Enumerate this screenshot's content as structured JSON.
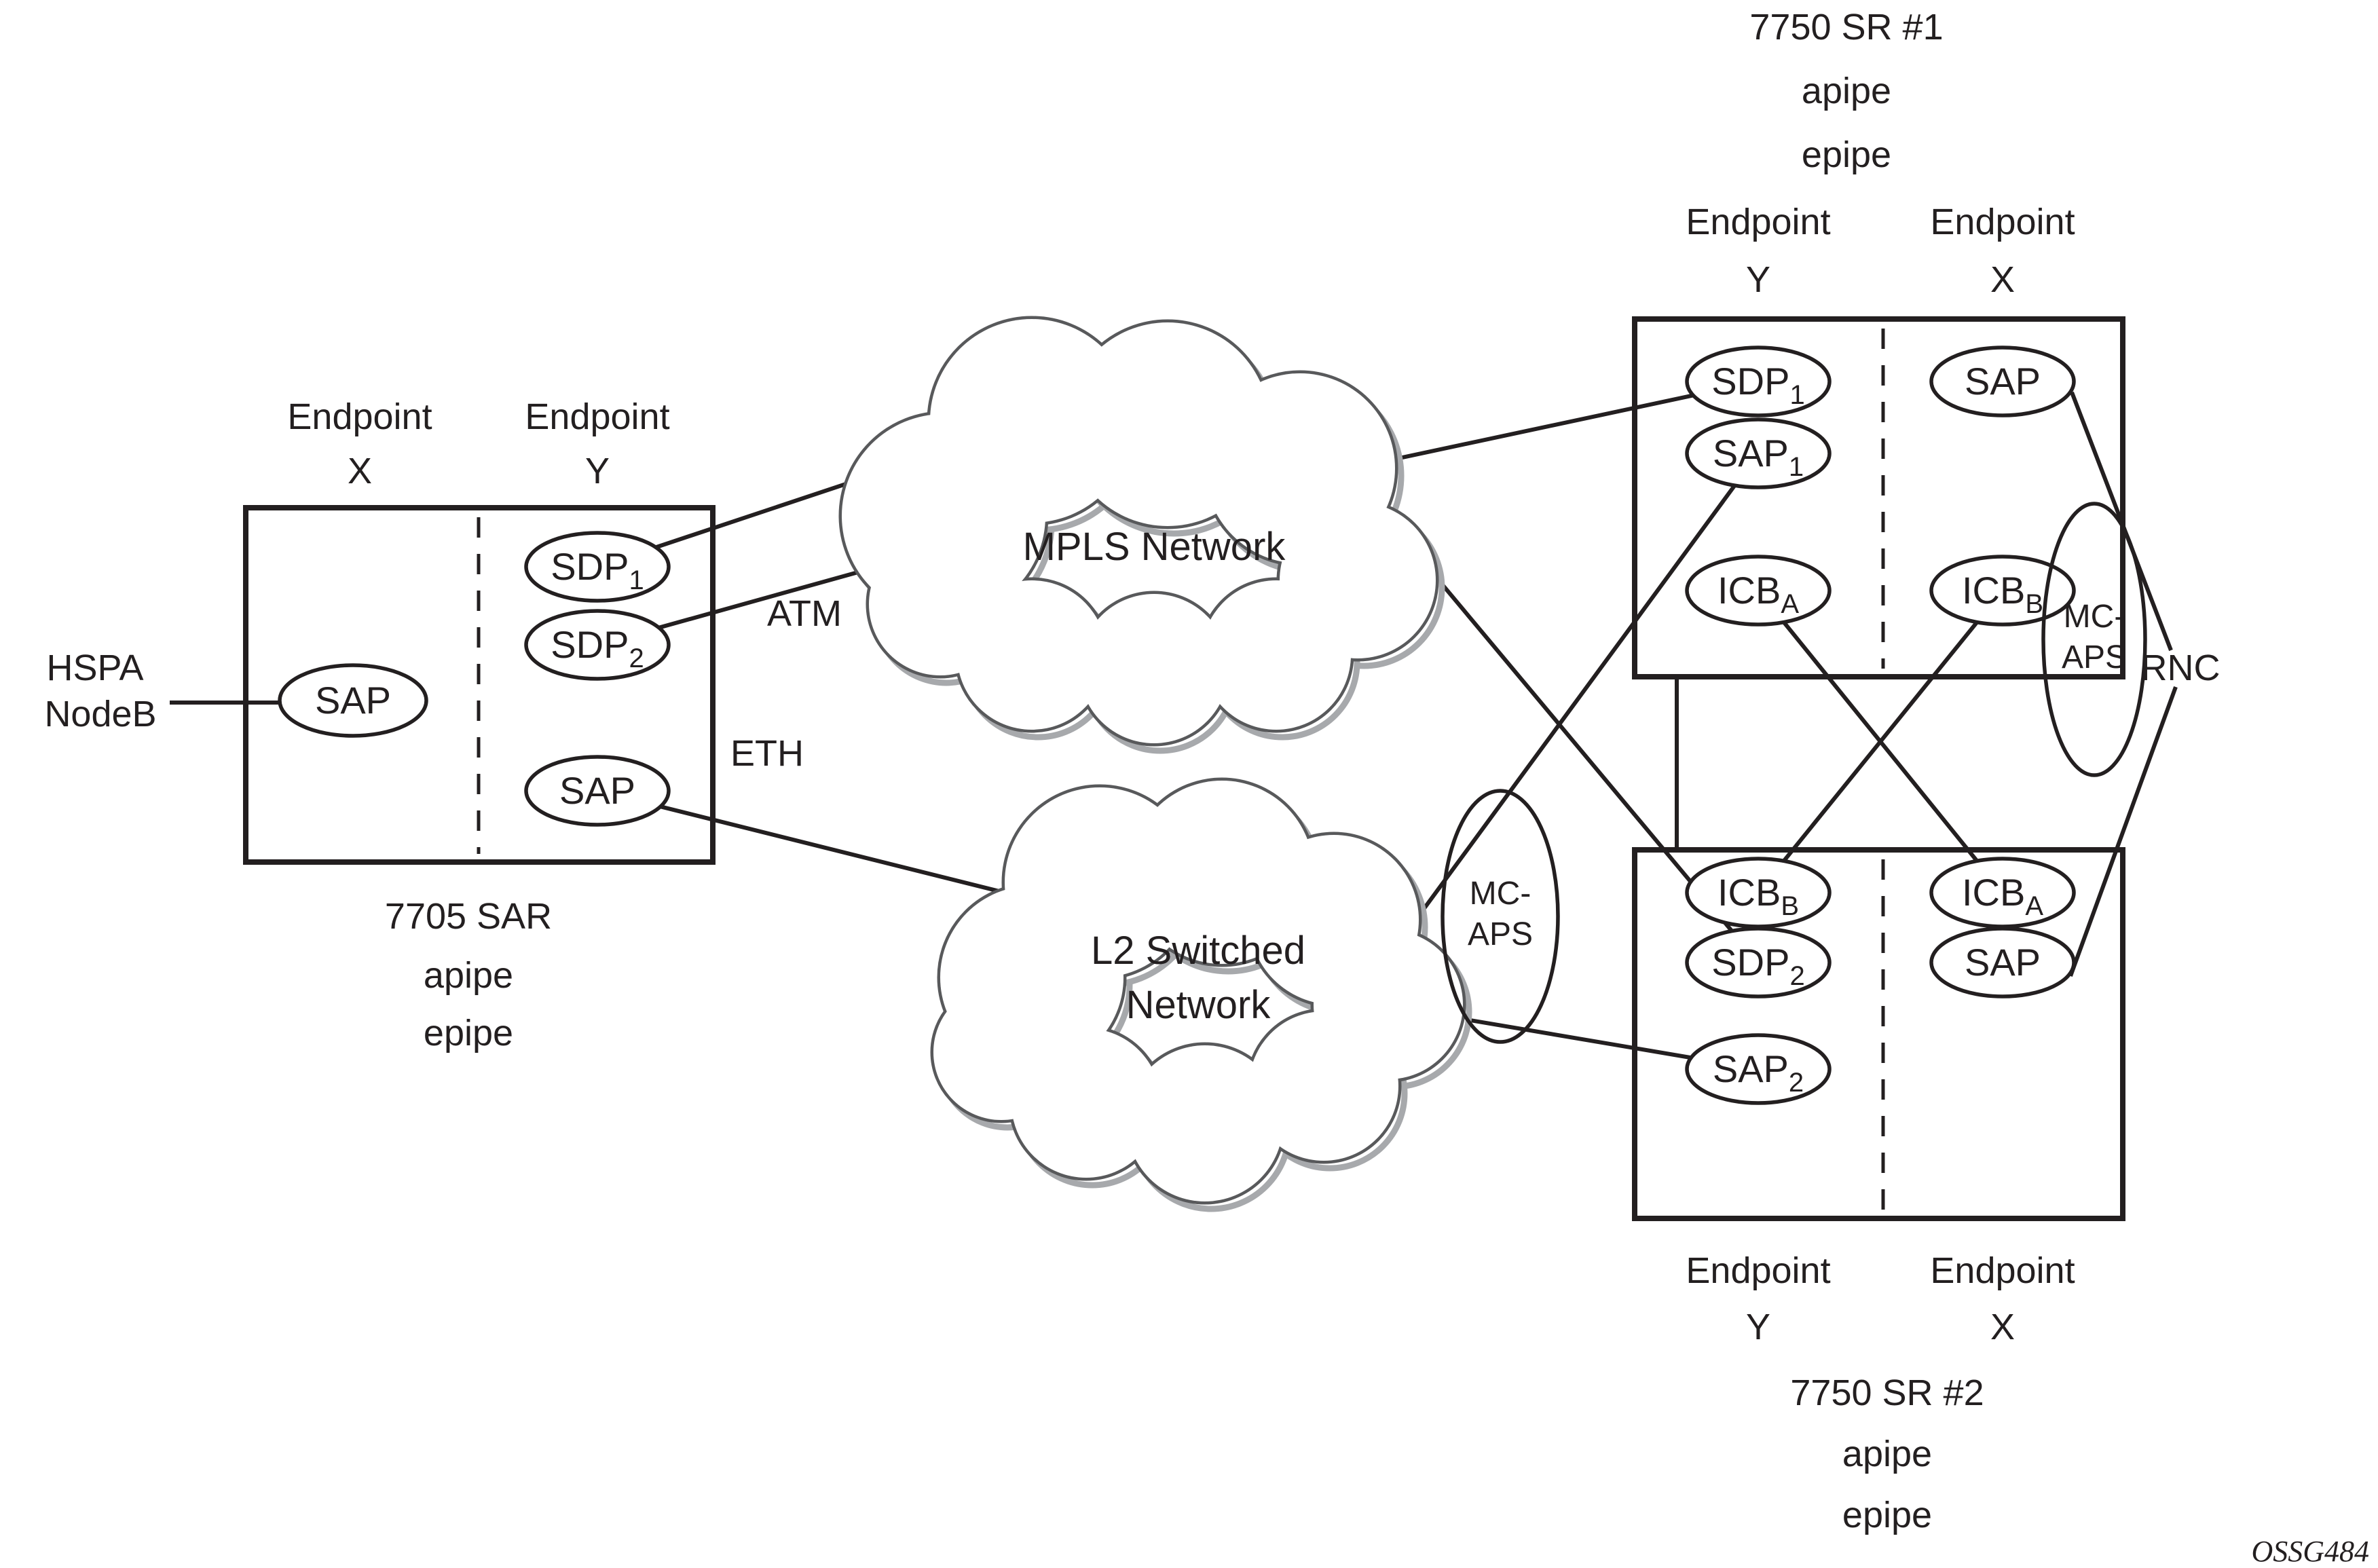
{
  "colors": {
    "ink": "#231f20",
    "cloud_stroke": "#58595b",
    "cloud_shadow": "#a7a9ac",
    "background": "#ffffff"
  },
  "figure_id": "OSSG484",
  "external": {
    "hspa_line1": "HSPA",
    "hspa_line2": "NodeB",
    "rnc": "RNC"
  },
  "link_labels": {
    "atm": "ATM",
    "eth": "ETH"
  },
  "clouds": {
    "mpls": {
      "label": "MPLS Network"
    },
    "l2": {
      "label_line1": "L2 Switched",
      "label_line2": "Network"
    }
  },
  "mc_aps_left": {
    "line1": "MC-",
    "line2": "APS"
  },
  "mc_aps_right": {
    "line1": "MC-",
    "line2": "APS"
  },
  "sar7705": {
    "endpoint_x": {
      "word": "Endpoint",
      "letter": "X"
    },
    "endpoint_y": {
      "word": "Endpoint",
      "letter": "Y"
    },
    "caption1": "7705 SAR",
    "caption2": "apipe",
    "caption3": "epipe",
    "nodes": {
      "sap_x": {
        "text": "SAP",
        "sub": ""
      },
      "sdp1": {
        "text": "SDP",
        "sub": "1"
      },
      "sdp2": {
        "text": "SDP",
        "sub": "2"
      },
      "sap_y": {
        "text": "SAP",
        "sub": ""
      }
    }
  },
  "sr1": {
    "caption1": "7750 SR #1",
    "caption2": "apipe",
    "caption3": "epipe",
    "endpoint_y": {
      "word": "Endpoint",
      "letter": "Y"
    },
    "endpoint_x": {
      "word": "Endpoint",
      "letter": "X"
    },
    "nodes": {
      "sdp1": {
        "text": "SDP",
        "sub": "1"
      },
      "sap1": {
        "text": "SAP",
        "sub": "1"
      },
      "icba": {
        "text": "ICB",
        "sub": "A"
      },
      "sap": {
        "text": "SAP",
        "sub": ""
      },
      "icbb": {
        "text": "ICB",
        "sub": "B"
      }
    }
  },
  "sr2": {
    "caption1": "7750 SR #2",
    "caption2": "apipe",
    "caption3": "epipe",
    "endpoint_y": {
      "word": "Endpoint",
      "letter": "Y"
    },
    "endpoint_x": {
      "word": "Endpoint",
      "letter": "X"
    },
    "nodes": {
      "icbb": {
        "text": "ICB",
        "sub": "B"
      },
      "sdp2": {
        "text": "SDP",
        "sub": "2"
      },
      "sap2": {
        "text": "SAP",
        "sub": "2"
      },
      "icba": {
        "text": "ICB",
        "sub": "A"
      },
      "sap": {
        "text": "SAP",
        "sub": ""
      }
    }
  }
}
